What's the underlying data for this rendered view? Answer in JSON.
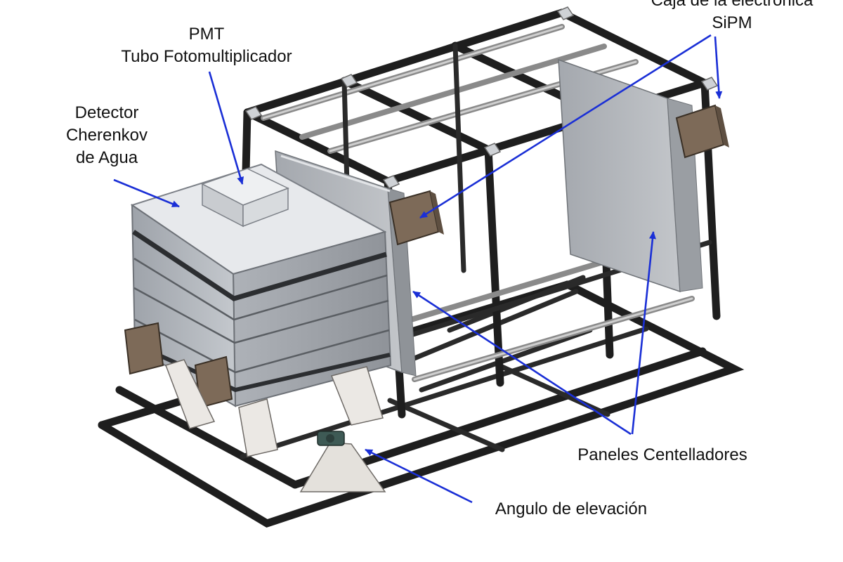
{
  "labels": {
    "pmt_line1": "PMT",
    "pmt_line2": "Tubo Fotomultiplicador",
    "detector_line1": "Detector",
    "detector_line2": "Cherenkov",
    "detector_line3": "de Agua",
    "sipm_line1": "Caja de la electrónica",
    "sipm_line2": "SiPM",
    "panels": "Paneles Centelladores",
    "angle": "Angulo de elevación"
  },
  "colors": {
    "arrow": "#1a2fd6",
    "frame": "#1e1e1e",
    "tank": "#b8bdc4",
    "panel": "#a9adb3",
    "box": "#7d6a58"
  }
}
